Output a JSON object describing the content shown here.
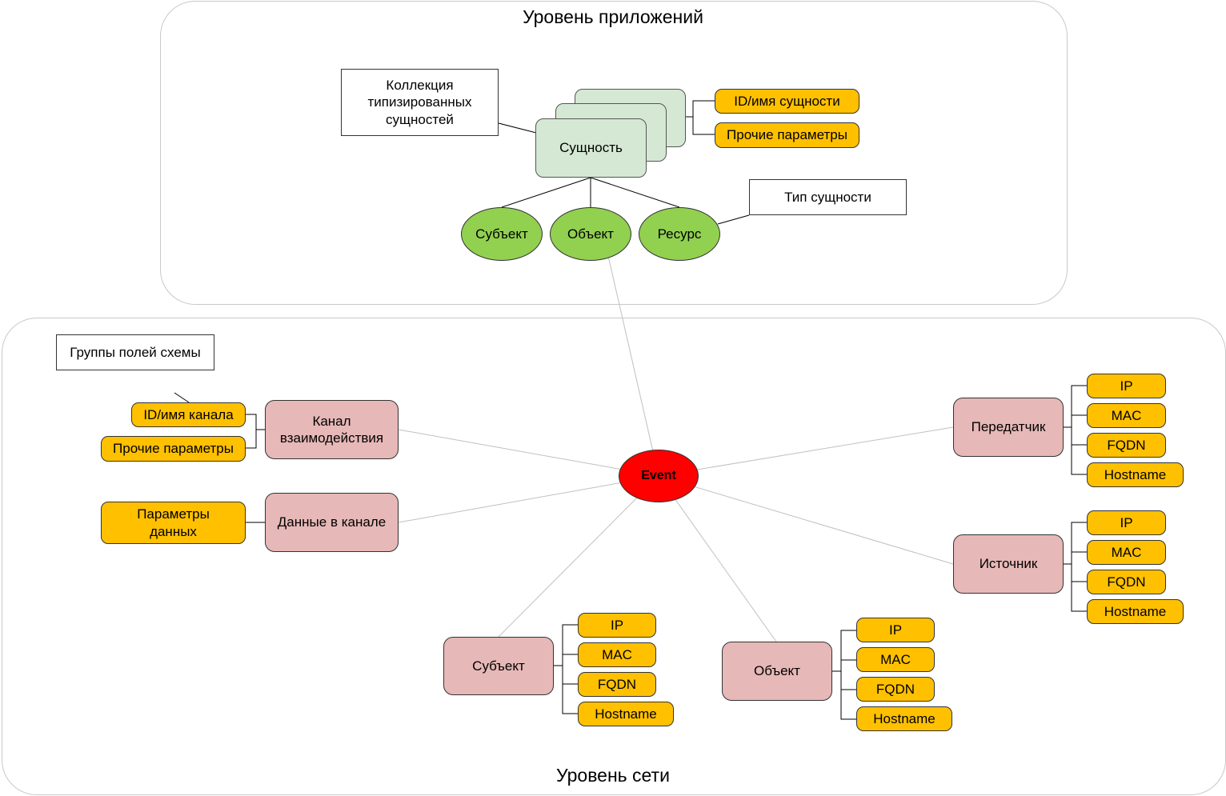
{
  "app_layer": {
    "title": "Уровень приложений"
  },
  "network_layer": {
    "title": "Уровень сети"
  },
  "collection_note": "Коллекция типизированных сущностей",
  "entity": {
    "label": "Сущность"
  },
  "entity_params": {
    "id": "ID/имя сущности",
    "other": "Прочие параметры"
  },
  "entity_type_note": "Тип сущности",
  "entity_types": [
    "Субъект",
    "Объект",
    "Ресурс"
  ],
  "event": "Event",
  "schema_note": "Группы полей схемы",
  "channel": {
    "label": "Канал взаимодействия",
    "params": {
      "id": "ID/имя канала",
      "other": "Прочие параметры"
    }
  },
  "channel_data": {
    "label": "Данные в канале",
    "params": "Параметры данных"
  },
  "sender": {
    "label": "Передатчик"
  },
  "source": {
    "label": "Источник"
  },
  "subject": {
    "label": "Субъект"
  },
  "object": {
    "label": "Объект"
  },
  "address_fields": [
    "IP",
    "MAC",
    "FQDN",
    "Hostname"
  ],
  "colors": {
    "entity_fill": "#d5e8d4",
    "type_fill": "#92d050",
    "group_fill": "#e6b8b7",
    "attribute_fill": "#ffc000",
    "event_fill": "#ff0000"
  }
}
